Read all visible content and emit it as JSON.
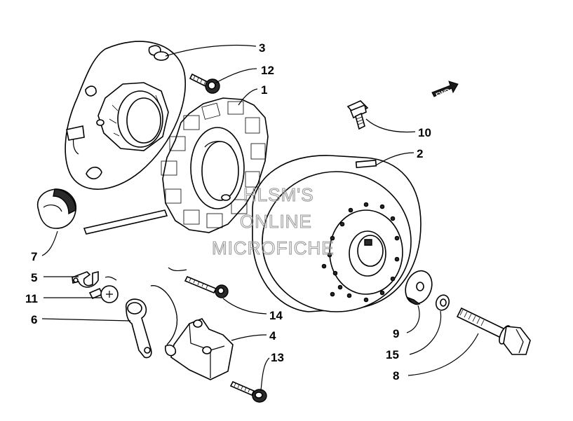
{
  "callouts": [
    {
      "id": "1",
      "label": "1"
    },
    {
      "id": "2",
      "label": "2"
    },
    {
      "id": "3",
      "label": "3"
    },
    {
      "id": "4",
      "label": "4"
    },
    {
      "id": "5",
      "label": "5"
    },
    {
      "id": "6",
      "label": "6"
    },
    {
      "id": "7",
      "label": "7"
    },
    {
      "id": "8",
      "label": "8"
    },
    {
      "id": "9",
      "label": "9"
    },
    {
      "id": "10",
      "label": "10"
    },
    {
      "id": "11",
      "label": "11"
    },
    {
      "id": "12",
      "label": "12"
    },
    {
      "id": "13",
      "label": "13"
    },
    {
      "id": "14",
      "label": "14"
    },
    {
      "id": "15",
      "label": "15"
    }
  ],
  "fwd_arrow": {
    "label": "FWD"
  },
  "watermark": {
    "line1": "HLSM'S",
    "line2": "ONLINE",
    "line3": "MICROFICHE"
  },
  "colors": {
    "line": "#000000",
    "watermark": "#9a9a9a",
    "background": "#ffffff"
  }
}
